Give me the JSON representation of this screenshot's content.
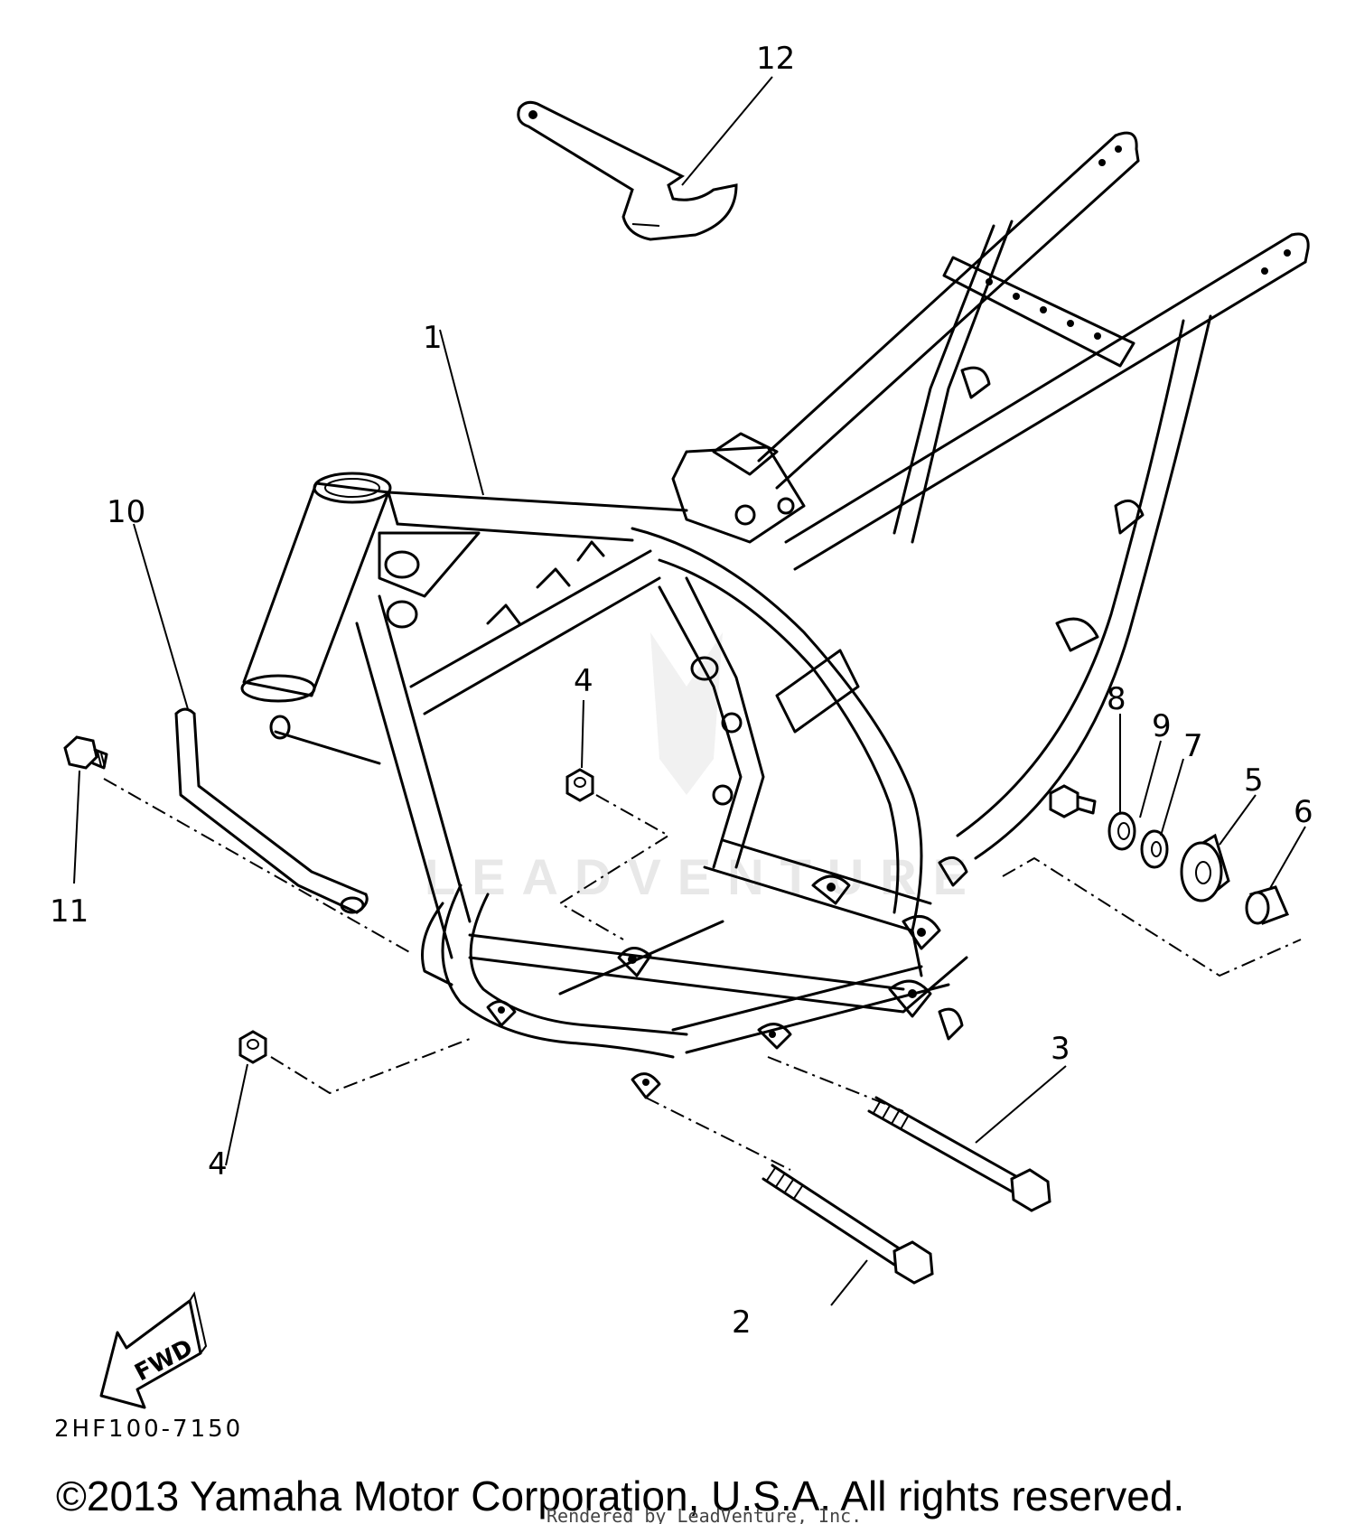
{
  "diagram": {
    "callouts": {
      "c1": "1",
      "c2": "2",
      "c3": "3",
      "c4a": "4",
      "c4b": "4",
      "c5": "5",
      "c6": "6",
      "c7": "7",
      "c8": "8",
      "c9": "9",
      "c10": "10",
      "c11": "11",
      "c12": "12"
    },
    "fwd_label": "FWD",
    "diagram_code": "2HF100-7150",
    "watermark_text": "LEADVENTURE",
    "copyright": "©2013 Yamaha Motor Corporation, U.S.A. All rights reserved.",
    "rendered_by": "Rendered by LeadVenture, Inc."
  }
}
